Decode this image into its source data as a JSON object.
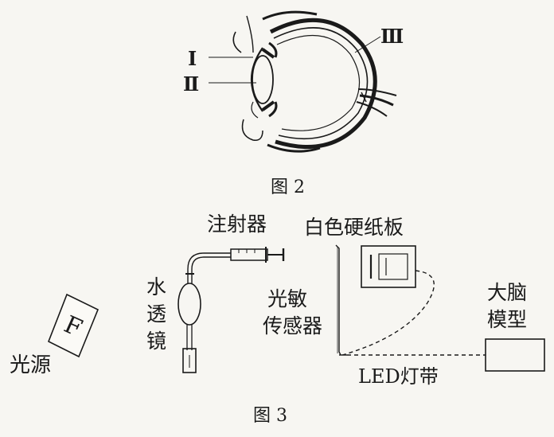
{
  "figure2": {
    "caption": "图 2",
    "labels": {
      "cornea": "Ⅰ",
      "lens": "Ⅱ",
      "retina": "Ⅲ"
    }
  },
  "figure3": {
    "caption": "图 3",
    "labels": {
      "light_source": "光源",
      "source_letter": "F",
      "water_lens": [
        "水",
        "透",
        "镜"
      ],
      "syringe": "注射器",
      "white_board": "白色硬纸板",
      "light_sensor": [
        "光敏",
        "传感器"
      ],
      "brain_model": [
        "大脑",
        "模型"
      ],
      "led_strip": "LED灯带"
    }
  }
}
